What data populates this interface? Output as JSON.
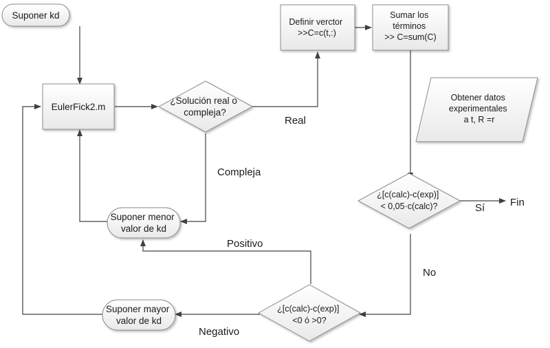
{
  "nodes": {
    "suponer_kd": {
      "lines": [
        "Suponer kd"
      ]
    },
    "eulerfick": {
      "lines": [
        "EulerFick2.m"
      ]
    },
    "solucion": {
      "lines": [
        "¿Solución real o",
        "compleja?"
      ]
    },
    "definir": {
      "lines": [
        "Definir verctor",
        ">>C=c(t,:)"
      ]
    },
    "sumar": {
      "lines": [
        "Sumar los",
        "términos",
        ">> C=sum(C)"
      ]
    },
    "obtener": {
      "lines": [
        "Obtener datos",
        "experimentales",
        "a t, R =r"
      ]
    },
    "tolerancia": {
      "lines": [
        "¿[c(calc)-c(exp)]",
        "< 0,05·c(calc)?"
      ]
    },
    "suponer_menor": {
      "lines": [
        "Suponer menor",
        "valor de kd"
      ]
    },
    "signo": {
      "lines": [
        "¿[c(calc)-c(exp)]",
        "<0 ó >0?"
      ]
    },
    "suponer_mayor": {
      "lines": [
        "Suponer mayor",
        "valor de kd"
      ]
    }
  },
  "edge_labels": {
    "real": "Real",
    "compleja": "Compleja",
    "si": "Sí",
    "fin": "Fin",
    "no": "No",
    "positivo": "Positivo",
    "negativo": "Negativo"
  }
}
